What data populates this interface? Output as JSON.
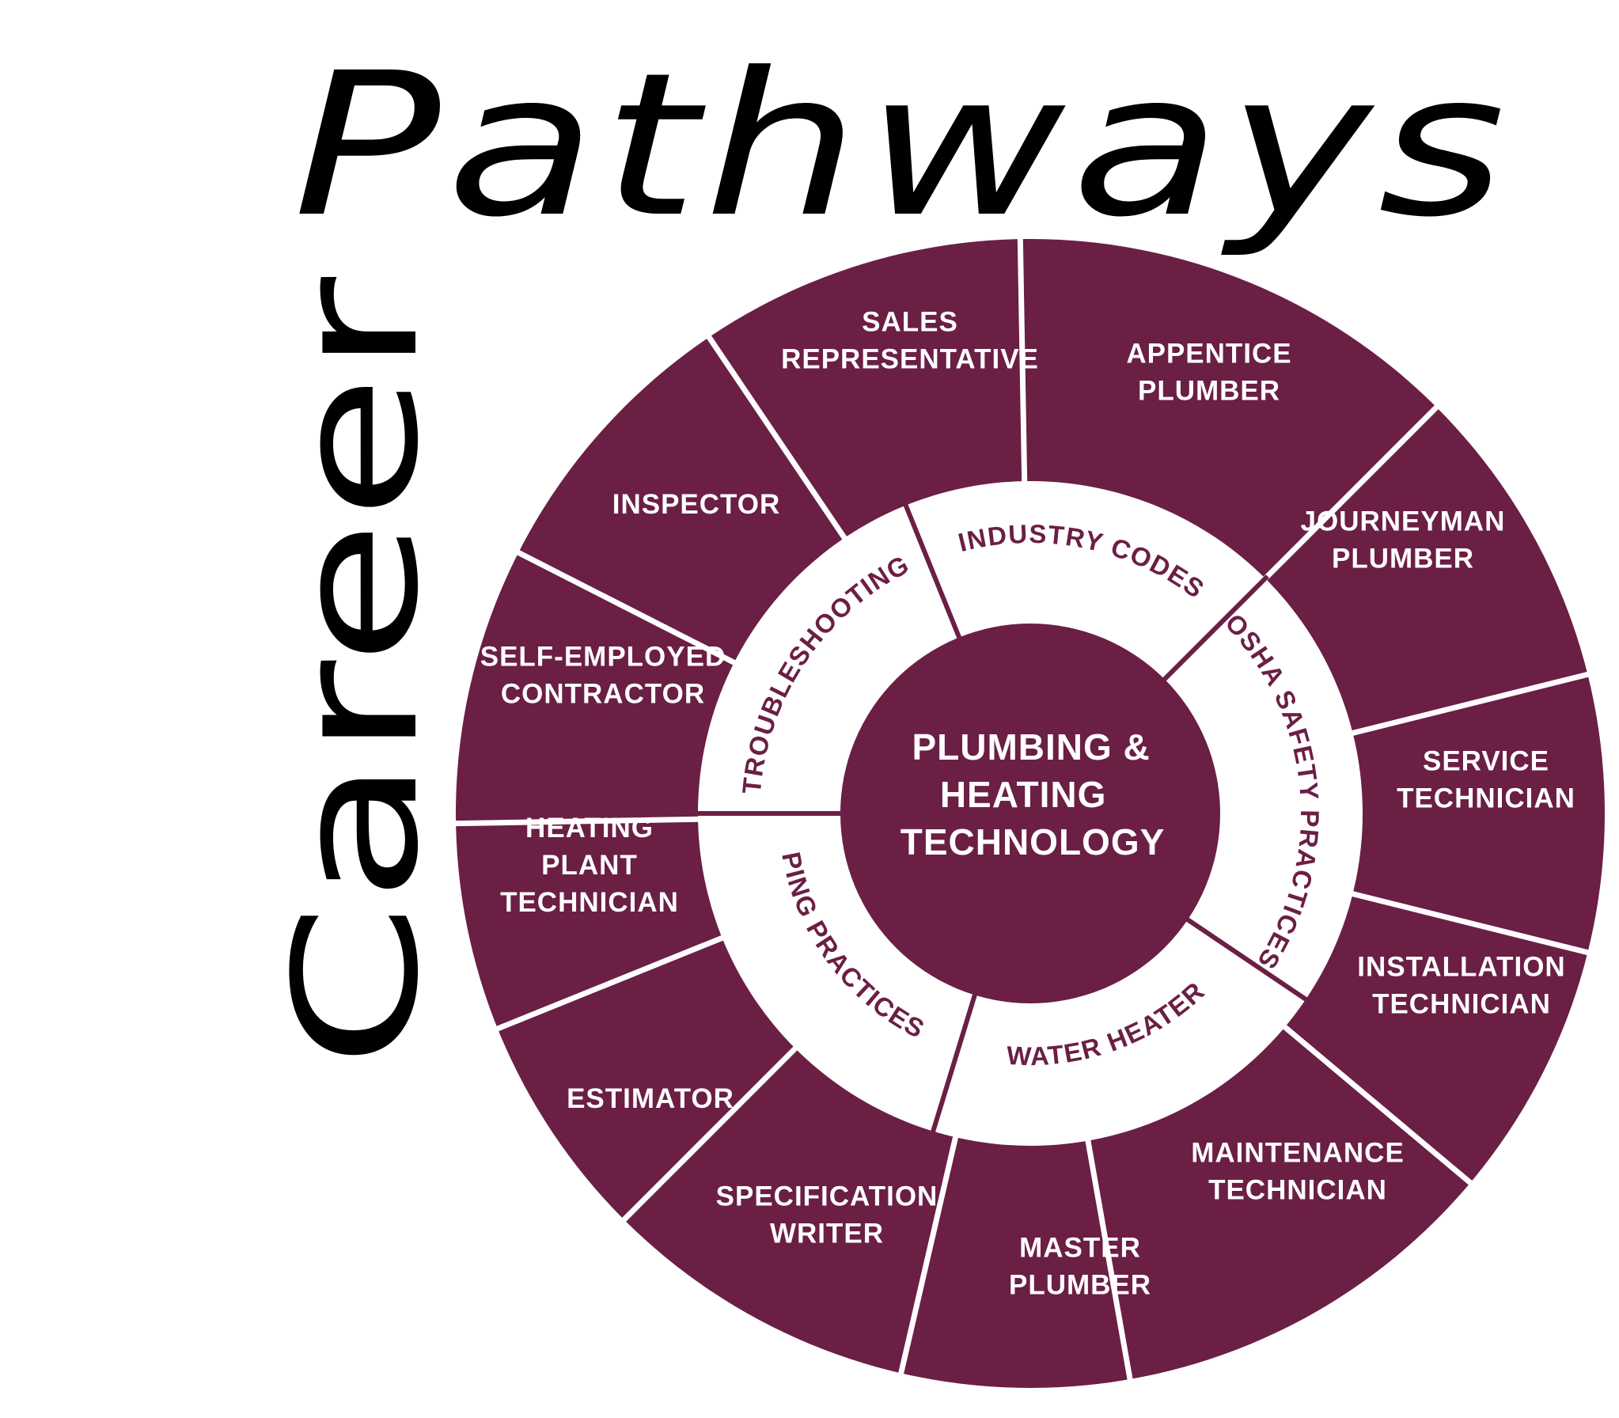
{
  "title": {
    "line1": "Pathways",
    "line2": "Career"
  },
  "colors": {
    "maroon": "#6b1f45",
    "divider": "#ffffff",
    "text_dark": "#000000"
  },
  "center": {
    "lines": [
      "PLUMBING &",
      "HEATING",
      "TECHNOLOGY"
    ]
  },
  "skills_ring": [
    {
      "label": "INDUSTRY CODES"
    },
    {
      "label": "OSHA SAFETY PRACTICES"
    },
    {
      "label": "WATER HEATER"
    },
    {
      "label": "PING PRACTICES"
    },
    {
      "label": "TROUBLESHOOTING"
    }
  ],
  "careers": [
    {
      "lines": [
        "APPENTICE",
        "PLUMBER"
      ]
    },
    {
      "lines": [
        "JOURNEYMAN",
        "PLUMBER"
      ]
    },
    {
      "lines": [
        "SERVICE",
        "TECHNICIAN"
      ]
    },
    {
      "lines": [
        "INSTALLATION",
        "TECHNICIAN"
      ]
    },
    {
      "lines": [
        "MAINTENANCE",
        "TECHNICIAN"
      ]
    },
    {
      "lines": [
        "MASTER",
        "PLUMBER"
      ]
    },
    {
      "lines": [
        "SPECIFICATION",
        "WRITER"
      ]
    },
    {
      "lines": [
        "ESTIMATOR"
      ]
    },
    {
      "lines": [
        "HEATING",
        "PLANT",
        "TECHNICIAN"
      ]
    },
    {
      "lines": [
        "SELF-EMPLOYED",
        "CONTRACTOR"
      ]
    },
    {
      "lines": [
        "INSPECTOR"
      ]
    },
    {
      "lines": [
        "SALES",
        "REPRESENTATIVE"
      ]
    }
  ]
}
